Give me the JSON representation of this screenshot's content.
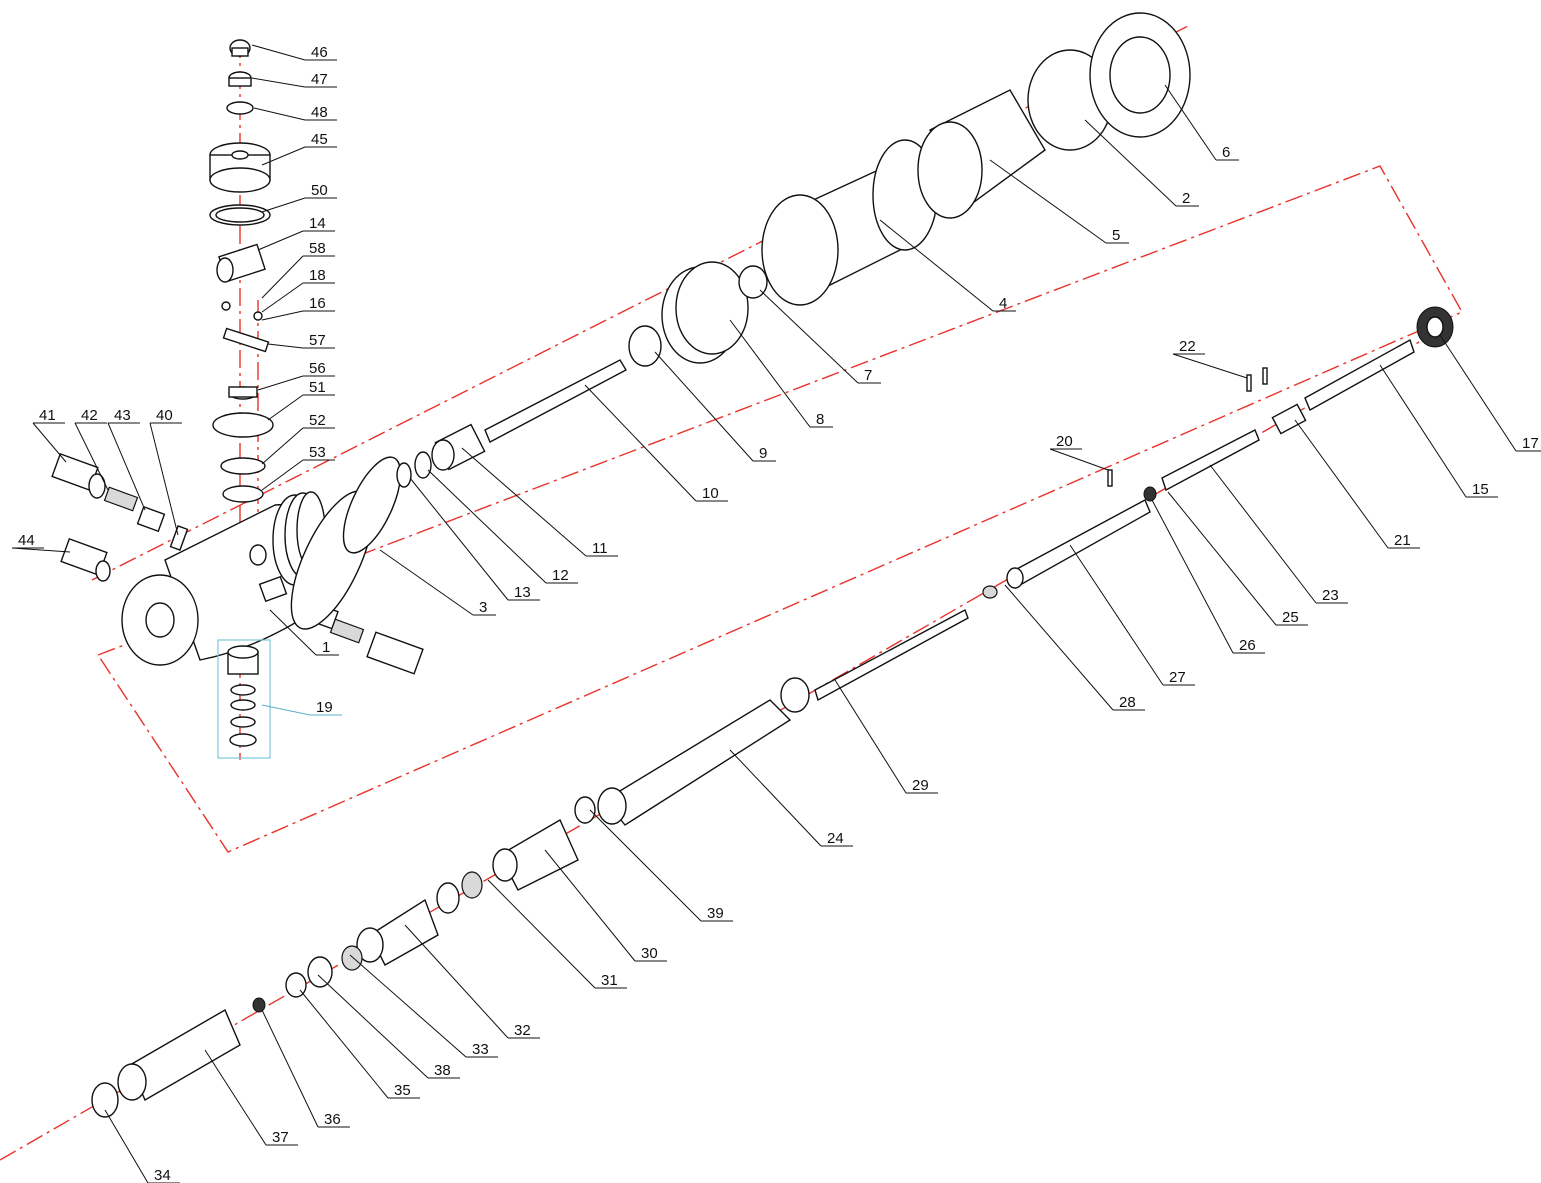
{
  "callouts": [
    {
      "label": "1"
    },
    {
      "label": "2"
    },
    {
      "label": "3"
    },
    {
      "label": "4"
    },
    {
      "label": "5"
    },
    {
      "label": "6"
    },
    {
      "label": "7"
    },
    {
      "label": "8"
    },
    {
      "label": "9"
    },
    {
      "label": "10"
    },
    {
      "label": "11"
    },
    {
      "label": "12"
    },
    {
      "label": "13"
    },
    {
      "label": "14"
    },
    {
      "label": "15"
    },
    {
      "label": "16"
    },
    {
      "label": "17"
    },
    {
      "label": "18"
    },
    {
      "label": "19"
    },
    {
      "label": "20"
    },
    {
      "label": "21"
    },
    {
      "label": "22"
    },
    {
      "label": "23"
    },
    {
      "label": "24"
    },
    {
      "label": "25"
    },
    {
      "label": "26"
    },
    {
      "label": "27"
    },
    {
      "label": "28"
    },
    {
      "label": "29"
    },
    {
      "label": "30"
    },
    {
      "label": "31"
    },
    {
      "label": "32"
    },
    {
      "label": "33"
    },
    {
      "label": "34"
    },
    {
      "label": "35"
    },
    {
      "label": "36"
    },
    {
      "label": "37"
    },
    {
      "label": "38"
    },
    {
      "label": "39"
    },
    {
      "label": "40"
    },
    {
      "label": "41"
    },
    {
      "label": "42"
    },
    {
      "label": "43"
    },
    {
      "label": "44"
    },
    {
      "label": "45"
    },
    {
      "label": "46"
    },
    {
      "label": "47"
    },
    {
      "label": "48"
    },
    {
      "label": "50"
    },
    {
      "label": "51"
    },
    {
      "label": "52"
    },
    {
      "label": "53"
    },
    {
      "label": "56"
    },
    {
      "label": "57"
    },
    {
      "label": "58"
    }
  ],
  "colors": {
    "axis": "#e8322b",
    "line": "#111111",
    "subassembly_frame": "#7fc6dc"
  }
}
